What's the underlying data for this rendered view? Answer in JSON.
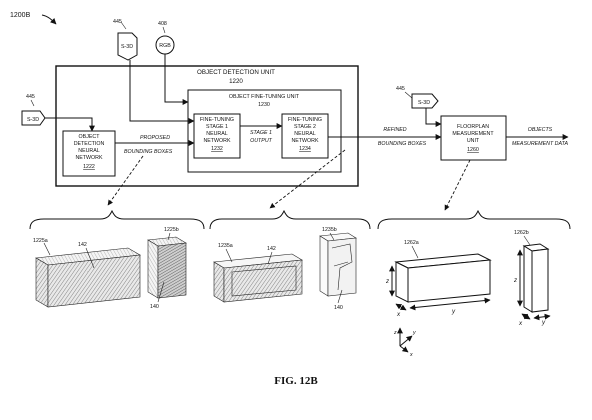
{
  "figure_id": "1200B",
  "figure_caption": "FIG. 12B",
  "inputs": {
    "s3d_top": {
      "ref": "445",
      "label": "S-3D"
    },
    "rgb": {
      "ref": "408",
      "label": "RGB"
    },
    "s3d_left": {
      "ref": "445",
      "label": "S-3D"
    },
    "s3d_right": {
      "ref": "445",
      "label": "S-3D"
    }
  },
  "object_detection_unit": {
    "title": "OBJECT DETECTION UNIT",
    "ref": "1220"
  },
  "fine_tuning_unit": {
    "title": "OBJECT FINE-TUNING UNIT",
    "ref": "1230"
  },
  "odnn": {
    "line1": "OBJECT",
    "line2": "DETECTION",
    "line3": "NEURAL",
    "line4": "NETWORK",
    "ref": "1222"
  },
  "stage1": {
    "line1": "FINE-TUNING",
    "line2": "STAGE 1",
    "line3": "NEURAL",
    "line4": "NETWORK",
    "ref": "1232"
  },
  "stage2": {
    "line1": "FINE-TUNING",
    "line2": "STAGE 2",
    "line3": "NEURAL",
    "line4": "NETWORK",
    "ref": "1234"
  },
  "floorplan": {
    "line1": "FLOORPLAN",
    "line2": "MEASUREMENT",
    "line3": "UNIT",
    "ref": "1260"
  },
  "edge_labels": {
    "proposed_1": "PROPOSED",
    "proposed_2": "BOUNDING BOXES",
    "stage1_out_1": "STAGE 1",
    "stage1_out_2": "OUTPUT",
    "refined_1": "REFINED",
    "refined_2": "BOUNDING BOXES",
    "objects_1": "OBJECTS",
    "objects_2": "MEASUREMENT DATA"
  },
  "panel_left": {
    "box_a": "1225a",
    "box_b": "1225b",
    "obj_a": "142",
    "obj_b": "140"
  },
  "panel_mid": {
    "box_a": "1235a",
    "box_b": "1235b",
    "obj_a": "142",
    "obj_b": "140"
  },
  "panel_right": {
    "box_a": "1262a",
    "box_b": "1262b",
    "axes_a": {
      "z": "z",
      "x": "x",
      "y": "y"
    },
    "axes_b": {
      "z": "z",
      "x": "x",
      "y": "y"
    }
  },
  "coord_axes": {
    "z": "z",
    "y": "y",
    "x": "x"
  }
}
